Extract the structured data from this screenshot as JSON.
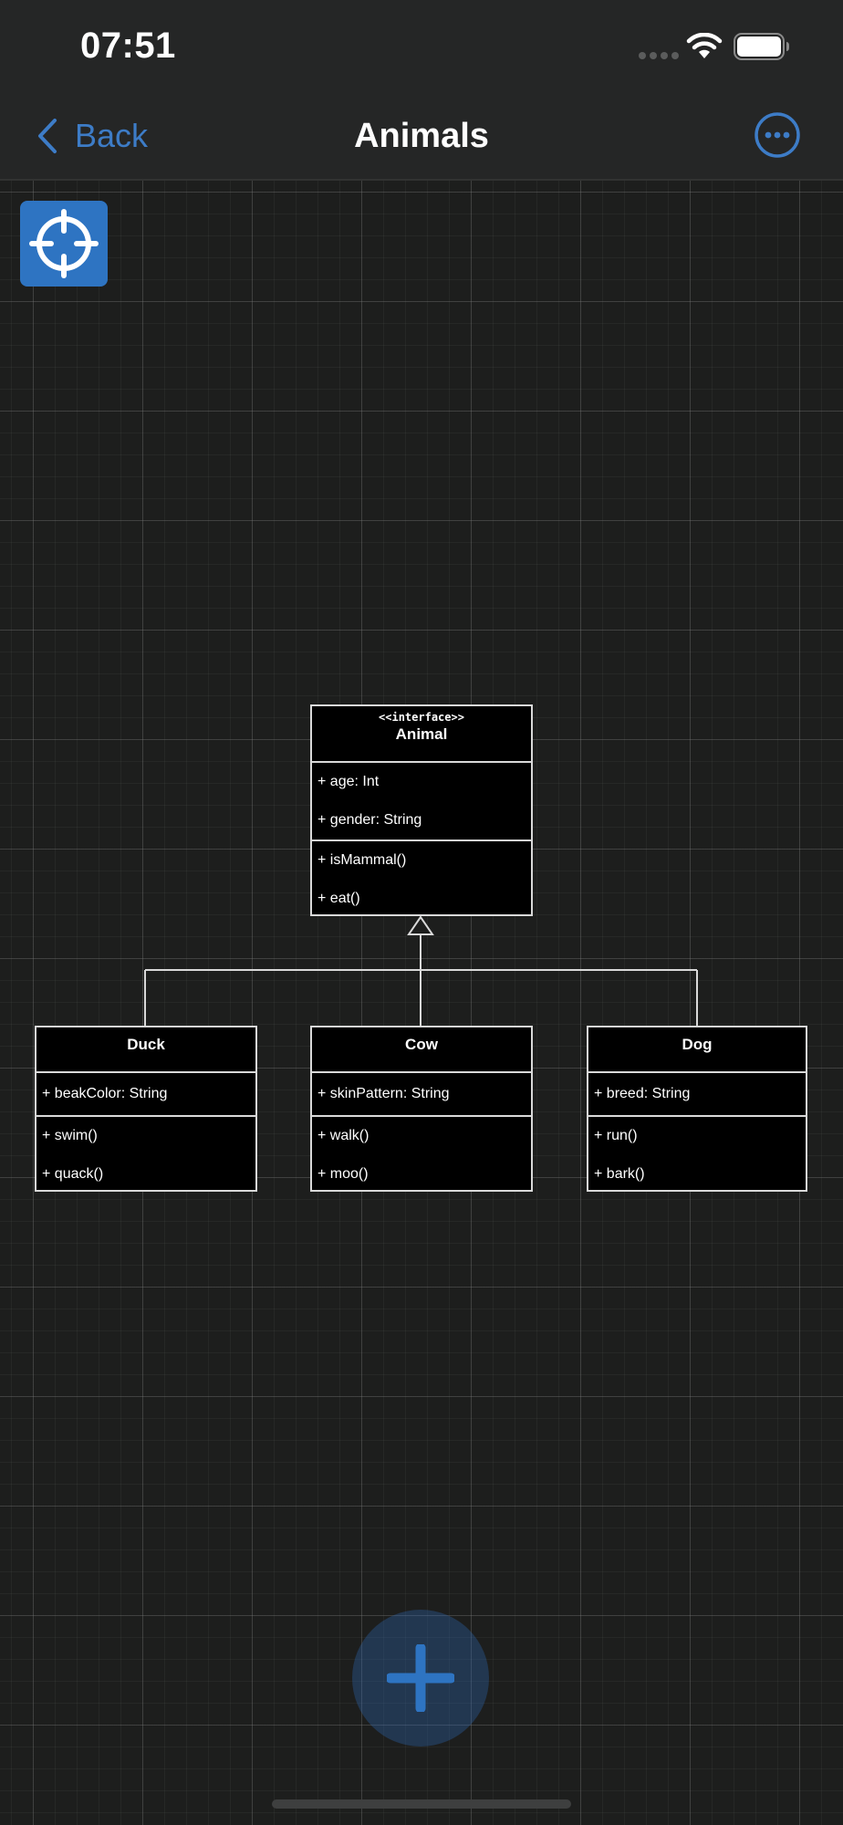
{
  "status_bar": {
    "time": "07:51",
    "wifi_icon": "wifi-icon",
    "battery_icon": "battery-icon"
  },
  "nav": {
    "back_label": "Back",
    "title": "Animals",
    "more_icon": "ellipsis-circle-icon"
  },
  "canvas": {
    "recenter_icon": "crosshair-icon",
    "add_icon": "plus-icon"
  },
  "diagram": {
    "interface": {
      "stereotype": "<<interface>>",
      "name": "Animal",
      "attributes": [
        "+ age: Int",
        "+ gender: String"
      ],
      "methods": [
        "+ isMammal()",
        "+ eat()"
      ]
    },
    "classes": [
      {
        "name": "Duck",
        "attributes": [
          "+ beakColor: String"
        ],
        "methods": [
          "+ swim()",
          "+ quack()"
        ]
      },
      {
        "name": "Cow",
        "attributes": [
          "+ skinPattern: String"
        ],
        "methods": [
          "+ walk()",
          "+ moo()"
        ]
      },
      {
        "name": "Dog",
        "attributes": [
          "+ breed: String"
        ],
        "methods": [
          "+ run()",
          "+ bark()"
        ]
      }
    ]
  },
  "colors": {
    "accent": "#3d7cc7",
    "background": "#1d1e1d",
    "bar": "#252626"
  }
}
